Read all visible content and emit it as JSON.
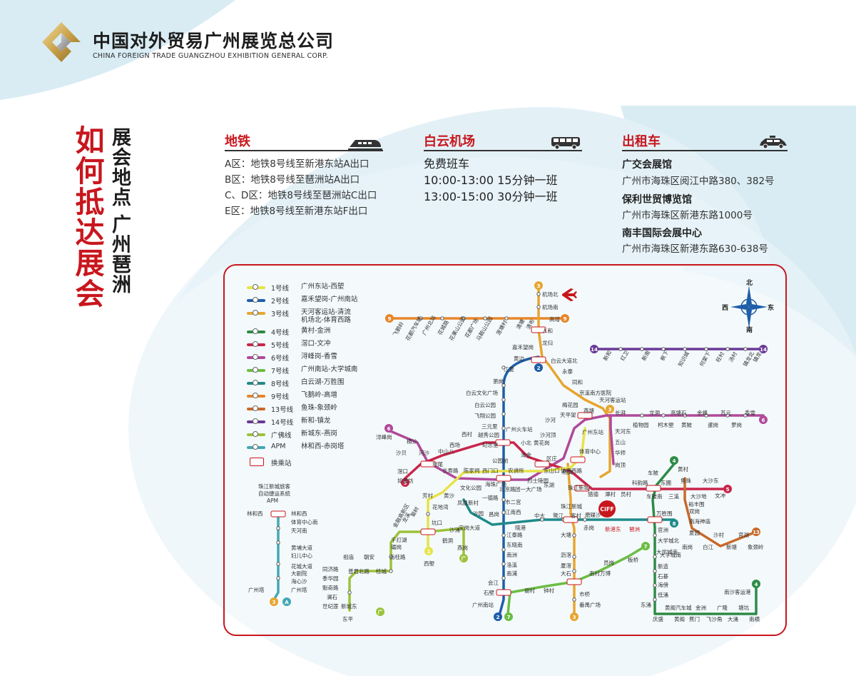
{
  "company": {
    "name_cn": "中国对外贸易广州展览总公司",
    "name_en": "CHINA FOREIGN TRADE GUANGZHOU EXHIBITION GENERAL CORP."
  },
  "titles": {
    "main": "如何抵达展会",
    "sub": "展会地点 广州琶洲"
  },
  "colors": {
    "accent_red": "#c8161d",
    "bg_blue": "#d9ecf4"
  },
  "sections": {
    "subway": {
      "title": "地铁",
      "icon": "train-icon",
      "lines": [
        "A区：地铁8号线至新港东站A出口",
        "B区：地铁8号线至琶洲站A出口",
        "C、D区：地铁8号线至琶洲站C出口",
        "E区：地铁8号线至新港东站F出口"
      ]
    },
    "airport": {
      "title": "白云机场",
      "icon": "bus-icon",
      "lines": [
        "免费班车",
        "10:00-13:00 15分钟一班",
        "13:00-15:00 30分钟一班"
      ]
    },
    "taxi": {
      "title": "出租车",
      "icon": "taxi-icon",
      "venues": [
        {
          "name": "广交会展馆",
          "address": "广州市海珠区阅江中路380、382号"
        },
        {
          "name": "保利世贸博览馆",
          "address": "广州市海珠区新港东路1000号"
        },
        {
          "name": "南丰国际会展中心",
          "address": "广州市海珠区新港东路630-638号"
        }
      ]
    }
  },
  "legend": [
    {
      "line": "1号线",
      "route": "广州东站-西塱",
      "color": "#e6e34a"
    },
    {
      "line": "2号线",
      "route": "嘉禾望岗-广州南站",
      "color": "#1f5ea8"
    },
    {
      "line": "3号线",
      "route": "天河客运站-清流\n机场北-体育西路",
      "color": "#e8a530"
    },
    {
      "line": "4号线",
      "route": "黄村-金洲",
      "color": "#2e8b47"
    },
    {
      "line": "5号线",
      "route": "滘口-文冲",
      "color": "#c8264b"
    },
    {
      "line": "6号线",
      "route": "浔峰岗-香雪",
      "color": "#b04a9a"
    },
    {
      "line": "7号线",
      "route": "广州南站-大学城南",
      "color": "#6cbd45"
    },
    {
      "line": "8号线",
      "route": "白云湖-万胜围",
      "color": "#1f8a8a"
    },
    {
      "line": "9号线",
      "route": "飞鹅岭-高增",
      "color": "#e8862a"
    },
    {
      "line": "13号线",
      "route": "鱼珠-象颈岭",
      "color": "#c86a2a"
    },
    {
      "line": "14号线",
      "route": "新和-镇龙",
      "color": "#6a3a98"
    },
    {
      "line": "广佛线",
      "route": "新城东-燕岗",
      "color": "#9cc23a"
    },
    {
      "line": "APM",
      "route": "林和西-赤岗塔",
      "color": "#45a7b5"
    },
    {
      "line": "",
      "route": "换乘站",
      "color": "#c8161d"
    }
  ],
  "compass": {
    "n": "北",
    "s": "南",
    "w": "西",
    "e": "东"
  },
  "map": {
    "venue_logo": "CiFF",
    "highlight_stations": [
      "新港东",
      "琶洲"
    ],
    "interchange_label": "换乘",
    "apm_header": [
      "珠江新城旅客",
      "自动捷运系统",
      "APM"
    ],
    "stations_line3_north": [
      "机场北",
      "机场南",
      "高增",
      "人和",
      "龙归",
      "嘉禾望岗"
    ],
    "stations_line9": [
      "飞鹅岭",
      "花都汽车城",
      "广州北站",
      "花城路",
      "花果山公园",
      "花都广场",
      "马鞍山公园",
      "莲塘村",
      "清塘",
      "清布"
    ],
    "stations_line14": [
      "新和",
      "红卫",
      "新南",
      "枫下",
      "知识城",
      "何棠下",
      "旺村",
      "汤村",
      "镇龙北",
      "镇龙"
    ],
    "stations_line2_north": [
      "黄边",
      "江夏",
      "萧岗",
      "白云文化广场",
      "白云公园",
      "飞翔公园",
      "三元里",
      "广州火车站"
    ],
    "stations_line3_mid": [
      "白云大道北",
      "永泰",
      "同和",
      "京溪南方医院",
      "梅花园",
      "燕塘",
      "天平架",
      "沙河顶",
      "沙河",
      "天河客运站"
    ],
    "stations_line6_east": [
      "长湃",
      "植物园",
      "龙洞",
      "柯木塱",
      "高塘石",
      "黄陂",
      "金峰",
      "暹岗",
      "苏元",
      "萝岗",
      "香雪",
      "天河东",
      "五山",
      "华师",
      "岗顶"
    ],
    "stations_line6_west": [
      "浔峰岗",
      "横沙",
      "沙贝",
      "河沙",
      "坦尾",
      "如意坊",
      "黄沙",
      "文化公园",
      "一德路",
      "海珠广场",
      "北京路",
      "团一大广场",
      "东湖",
      "东山口",
      "区庄",
      "黄花岗"
    ],
    "stations_line5": [
      "滘口",
      "中山八",
      "西场",
      "西村",
      "广州火车站",
      "小北",
      "淘金",
      "区庄",
      "动物园",
      "杨箕",
      "五羊邨",
      "珠江新城",
      "猎德",
      "潭村",
      "员村",
      "科韵路",
      "车陂南",
      "东圃",
      "三溪",
      "鱼珠",
      "大沙地",
      "大沙东",
      "文冲"
    ],
    "stations_line1": [
      "西塱",
      "坑口",
      "花地湾",
      "芳村",
      "黄沙",
      "长寿路",
      "陈家祠",
      "西门口",
      "公园前",
      "农讲所",
      "烈士陵园",
      "东山口",
      "杨箕",
      "体育西路",
      "体育中心",
      "广州东站"
    ],
    "stations_line2_south": [
      "越秀公园",
      "纪念堂",
      "公园前",
      "海珠广场",
      "市二宫",
      "江南西",
      "昌岗",
      "江泰路",
      "东晓南",
      "南洲",
      "洛溪",
      "南浦",
      "会江",
      "石壁",
      "广州南站"
    ],
    "stations_line8": [
      "凤凰新村",
      "沙园",
      "宝岗大道",
      "昌岗",
      "晓港",
      "中大",
      "鹭江",
      "客村",
      "赤岗",
      "磨碟沙",
      "新港东",
      "琶洲",
      "万胜围"
    ],
    "stations_line3_south": [
      "珠江新城",
      "广州塔",
      "客村",
      "大塘",
      "沥滘",
      "厦滘",
      "大石",
      "汉溪长隆",
      "市桥",
      "番禺广场"
    ],
    "stations_line4": [
      "黄村",
      "车陂",
      "车陂南",
      "万胜围",
      "官洲",
      "大学城北",
      "大学城南",
      "新造",
      "石碁",
      "海傍",
      "低涌",
      "东涌",
      "庆盛",
      "黄阁汽车城",
      "黄阁",
      "蕉门",
      "金洲",
      "飞沙角",
      "广隆",
      "大涌",
      "塘坑",
      "南横",
      "南沙客运港"
    ],
    "stations_line13": [
      "鱼珠",
      "裕丰围",
      "双岗",
      "南海神庙",
      "夏园",
      "南岗",
      "沙村",
      "白江",
      "新塘",
      "官湖",
      "新沙",
      "象颈岭"
    ],
    "stations_line7": [
      "广州南站",
      "石壁",
      "谢村",
      "钟村",
      "汉溪长隆",
      "南村万博",
      "员岗",
      "板桥",
      "大学城南"
    ],
    "stations_guangfo": [
      "燕岗",
      "沙涌",
      "鹤洞",
      "西塱",
      "菊树",
      "龙溪",
      "金融高新区",
      "千灯湖",
      "礌岗",
      "南桂路",
      "桂城",
      "朝安",
      "普君北路",
      "祖庙",
      "同济路",
      "季华园",
      "魁奇路",
      "澜石",
      "世纪莲",
      "东平",
      "新城东"
    ],
    "stations_apm": [
      "林和西",
      "体育中心南",
      "天河南",
      "黄埔大道",
      "妇儿中心",
      "花城大道",
      "大剧院",
      "海心沙",
      "广州塔"
    ]
  }
}
